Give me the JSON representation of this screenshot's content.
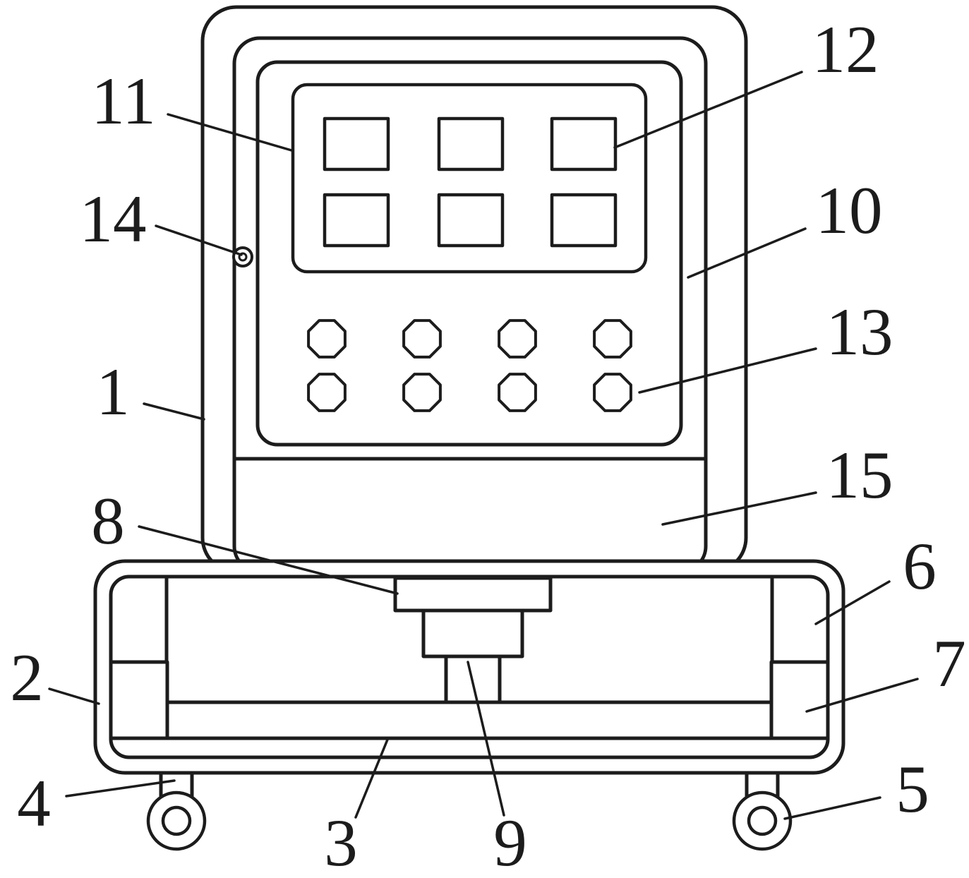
{
  "colors": {
    "ink": "#1c1c1c",
    "background": "#ffffff"
  },
  "labels": [
    {
      "text": "1"
    },
    {
      "text": "2"
    },
    {
      "text": "3"
    },
    {
      "text": "4"
    },
    {
      "text": "5"
    },
    {
      "text": "6"
    },
    {
      "text": "7"
    },
    {
      "text": "8"
    },
    {
      "text": "9"
    },
    {
      "text": "10"
    },
    {
      "text": "11"
    },
    {
      "text": "12"
    },
    {
      "text": "13"
    },
    {
      "text": "14"
    },
    {
      "text": "15"
    }
  ]
}
